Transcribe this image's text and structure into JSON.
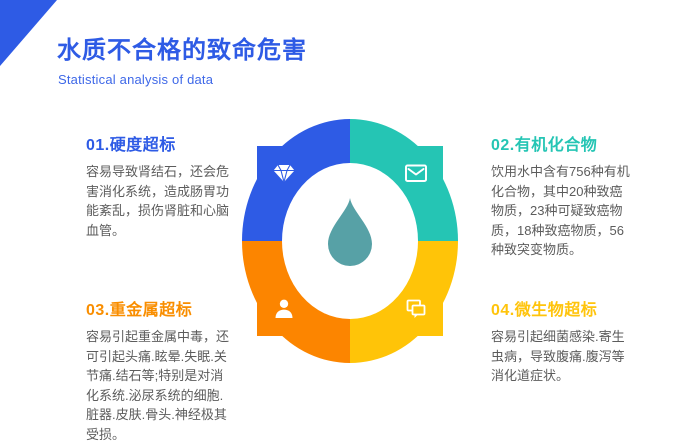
{
  "page": {
    "title": "水质不合格的致命危害",
    "subtitle": "Statistical analysis of data"
  },
  "colors": {
    "primary_blue": "#2e5be5",
    "teal": "#25c5b4",
    "orange": "#fc8500",
    "yellow": "#ffc408",
    "heading_orange": "#f98e00",
    "heading_yellow": "#ffc40c",
    "drop_teal": "#57a1a6",
    "body_text": "#5c5c5c"
  },
  "diagram": {
    "center_icon": "water-drop",
    "quadrants": [
      {
        "position": "top-left",
        "color": "#2e5be5",
        "icon": "diamond-gem-icon"
      },
      {
        "position": "top-right",
        "color": "#25c5b4",
        "icon": "envelope-icon"
      },
      {
        "position": "bottom-left",
        "color": "#fc8500",
        "icon": "person-icon"
      },
      {
        "position": "bottom-right",
        "color": "#ffc408",
        "icon": "chat-bubbles-icon"
      }
    ]
  },
  "sections": [
    {
      "title": "01.硬度超标",
      "body": "容易导致肾结石，还会危害消化系统，造成肠胃功能紊乱，损伤肾脏和心脑血管。",
      "color": "#2e5be5",
      "icon": "diamond-gem-icon"
    },
    {
      "title": "02.有机化合物",
      "body": "饮用水中含有756种有机化合物，其中20种致癌物质，23种可疑致癌物质，18种致癌物质，56种致突变物质。",
      "color": "#25c5b4",
      "icon": "envelope-icon"
    },
    {
      "title": "03.重金属超标",
      "body": "容易引起重金属中毒，还可引起头痛.眩晕.失眠.关节痛.结石等;特别是对消化系统.泌尿系统的细胞.脏器.皮肤.骨头.神经极其受损。",
      "color": "#f98e00",
      "icon": "person-icon"
    },
    {
      "title": "04.微生物超标",
      "body": "容易引起细菌感染.寄生虫病，导致腹痛.腹泻等消化道症状。",
      "color": "#ffc40c",
      "icon": "chat-bubbles-icon"
    }
  ]
}
